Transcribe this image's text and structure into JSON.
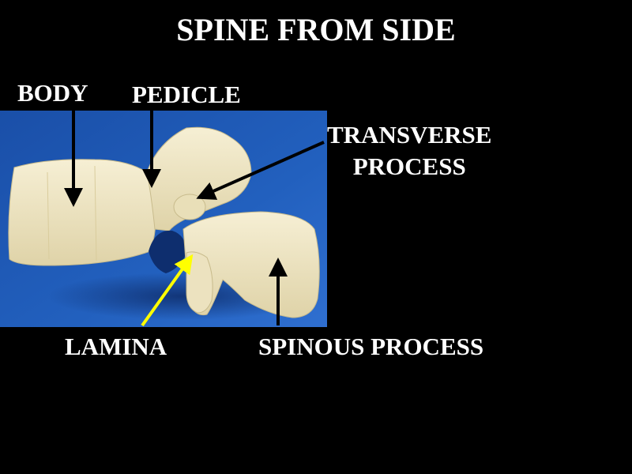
{
  "title": "SPINE FROM SIDE",
  "labels": {
    "body": "BODY",
    "pedicle": "PEDICLE",
    "transverse_line1": "TRANSVERSE",
    "transverse_line2": "PROCESS",
    "lamina": "LAMINA",
    "spinous": "SPINOUS PROCESS"
  },
  "colors": {
    "background": "#000000",
    "text": "#ffffff",
    "photo_background": "#1f56b0",
    "bone": "#efe6c4",
    "arrow_default": "#000000",
    "arrow_highlight": "#ffff00"
  }
}
